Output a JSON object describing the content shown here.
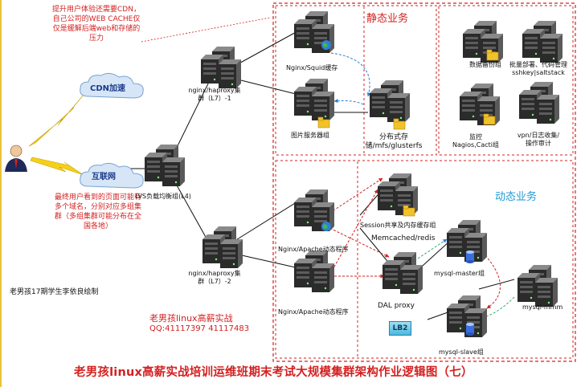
{
  "texts": {
    "note_top": "提升用户体验还需要CDN，自己公司的WEB CACHE仅仅是缓解后端web和存储的压力",
    "cdn": "CDN加速",
    "internet": "互联网",
    "note_bottom": "最终用户看到的页面可能有多个域名，分别对应多组集群（多组集群可能分布在全国各地）",
    "author": "老男孩17期学生李依良绘制",
    "lvs": "LVS负载均衡组(L4)",
    "haproxy1": "nginx/haproxy集群（L7）-1",
    "haproxy2": "nginx/haproxy集群（L7）-2",
    "static_section": "静态业务",
    "dynamic_section": "动态业务",
    "squid": "Nginx/Squid缓存",
    "image_servers": "图片服务器组",
    "dist_storage": "分布式存储/mfs/glusterfs",
    "db_backup": "数据备份组",
    "batch_deploy": "批量部署、代码管理sshkey|saltstack",
    "monitor": "监控Nagios,Cacti组",
    "vpn": "vpn/日志收集/操作审计",
    "nginx_apache1": "Nginx/Apache动态程序",
    "nginx_apache2": "Nginx/Apache动态程序",
    "session": "Session共享及内存缓存组",
    "memcached": "Memcached/redis",
    "mysql_master": "mysql-master组",
    "mysql_mmm": "mysql-mmm",
    "dal": "DAL proxy",
    "lb2": "LB2",
    "mysql_slave": "mysql-slave组",
    "ad_line1": "老男孩linux高薪实战",
    "ad_line2": "QQ:41117397 41117483",
    "footer": "老男孩linux高薪实战培训运维班期末考试大规模集群架构作业逻辑图（七）"
  },
  "colors": {
    "accent_red": "#d42020",
    "accent_blue": "#1e9ad6",
    "line_black": "#111111",
    "dash_green": "#3aa86b"
  }
}
